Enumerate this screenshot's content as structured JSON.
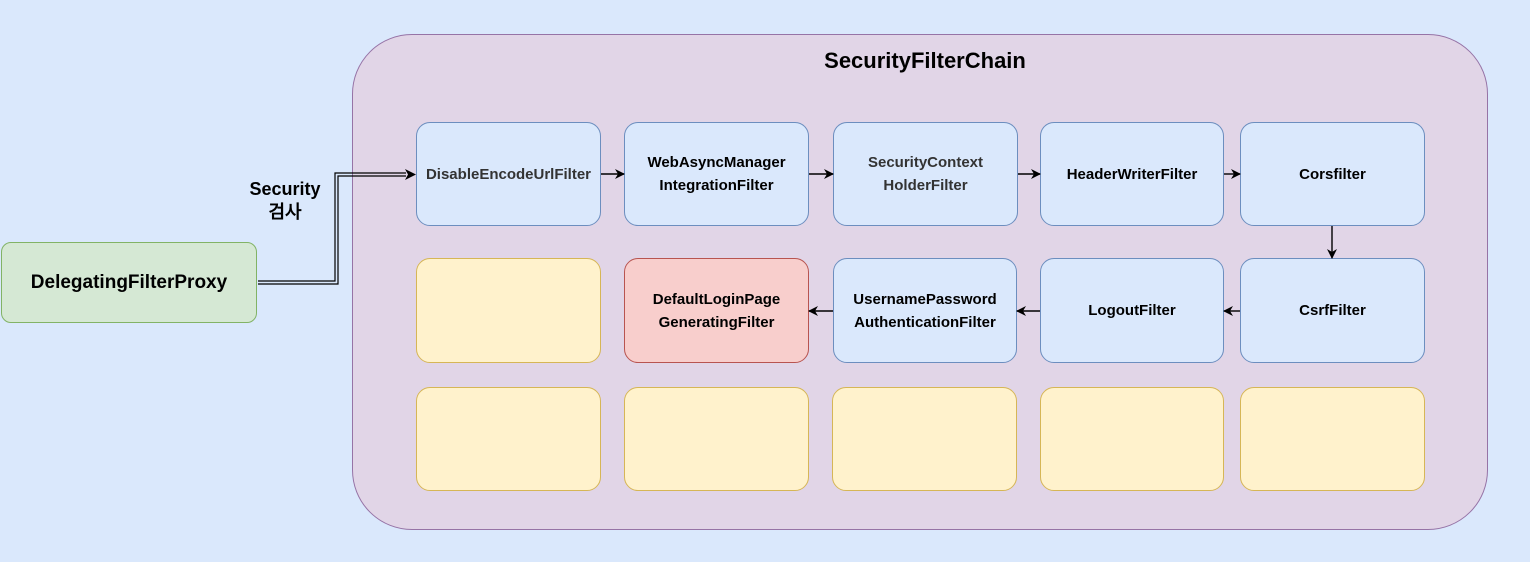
{
  "diagram": {
    "container_title": "SecurityFilterChain",
    "proxy_label": "DelegatingFilterProxy",
    "edge_label": "Security\n검사",
    "colors": {
      "background": "#dae8fc",
      "container_fill": "#e1d5e7",
      "container_border": "#9673a6",
      "filter_fill": "#dae8fc",
      "filter_border": "#6c8ebf",
      "placeholder_fill": "#fff2cc",
      "placeholder_border": "#d6b656",
      "highlight_fill": "#f8cecc",
      "highlight_border": "#b85450",
      "proxy_fill": "#d5e8d4",
      "proxy_border": "#82b366"
    },
    "filters": [
      "DisableEncodeUrlFilter",
      "WebAsyncManager\nIntegrationFilter",
      "SecurityContext\nHolderFilter",
      "HeaderWriterFilter",
      "Corsfilter",
      "CsrfFilter",
      "LogoutFilter",
      "UsernamePassword\nAuthenticationFilter",
      "DefaultLoginPage\nGeneratingFilter"
    ]
  }
}
